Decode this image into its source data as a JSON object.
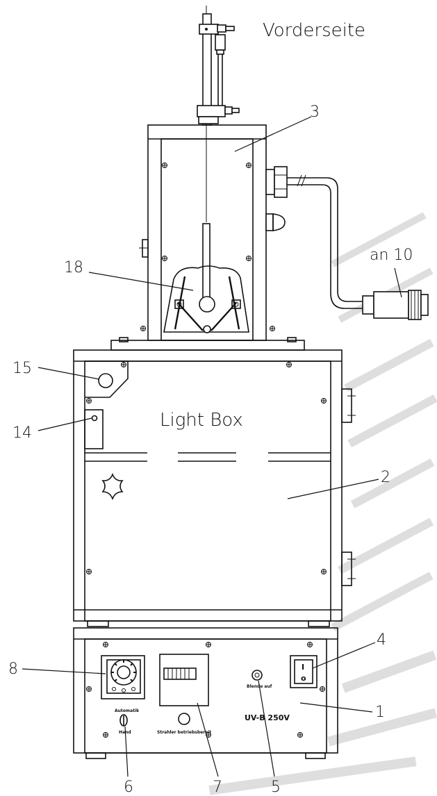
{
  "texts": {
    "view_title": "Vorderseite",
    "box_title": "Light Box",
    "model_label": "UV-B 250V",
    "automatik_label": "Automatik",
    "hand_label": "Hand",
    "blende_label": "Blende auf",
    "strahler_label": "Strahler betriebsbereit",
    "connector_label": "an 10"
  },
  "callouts": [
    "1",
    "2",
    "3",
    "4",
    "5",
    "6",
    "7",
    "8",
    "14",
    "15",
    "18"
  ],
  "switch_symbols": {
    "on": "I",
    "off": "o"
  }
}
